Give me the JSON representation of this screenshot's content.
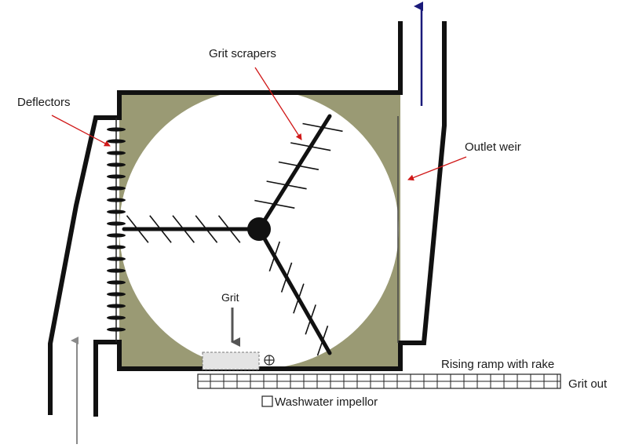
{
  "labels": {
    "grit_scrapers": "Grit scrapers",
    "deflectors": "Deflectors",
    "outlet_weir": "Outlet weir",
    "grit": "Grit",
    "rising_ramp": "Rising ramp with rake",
    "grit_out": "Grit out",
    "washwater_impellor": "Washwater impellor"
  },
  "colors": {
    "chamber_fill": "#9a9a74",
    "wall": "#111111",
    "pointer_red": "#d01818",
    "outflow_arrow": "#1a1a7a",
    "inflow_arrow": "#8a8a8a",
    "grit_arrow": "#555555"
  }
}
